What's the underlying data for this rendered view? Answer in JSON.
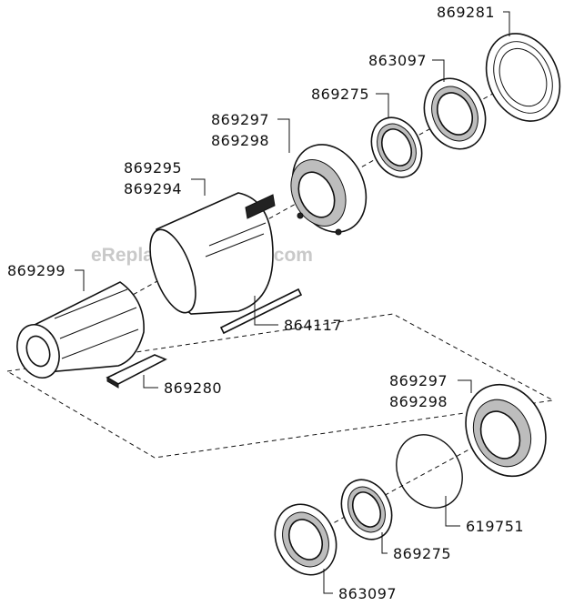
{
  "watermark": "eReplacementParts.com",
  "labels": {
    "p869281": "869281",
    "p863097_top": "863097",
    "p869275_top": "869275",
    "p869297_top": "869297",
    "p869298_top": "869298",
    "p869295": "869295",
    "p869294": "869294",
    "p869299": "869299",
    "p864117": "864117",
    "p869280": "869280",
    "p869297_bot": "869297",
    "p869298_bot": "869298",
    "p619751": "619751",
    "p869275_bot": "869275",
    "p863097_bot": "863097"
  }
}
